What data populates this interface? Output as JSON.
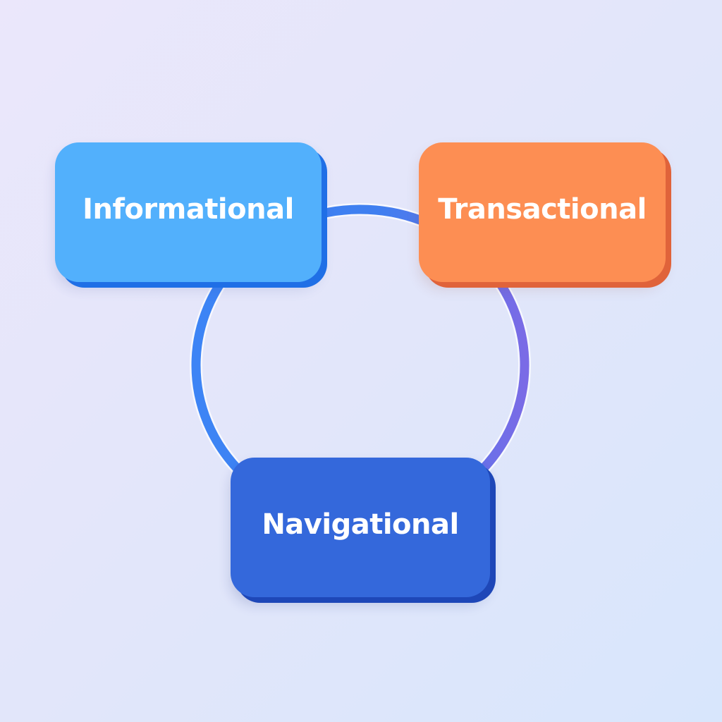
{
  "diagram": {
    "type": "cycle",
    "nodes": [
      {
        "id": "informational",
        "label": "Informational",
        "color": "#52b0fc",
        "shadow_color": "#1f6fe6",
        "position": "top-left"
      },
      {
        "id": "transactional",
        "label": "Transactional",
        "color": "#fd8e53",
        "shadow_color": "#e0633a",
        "position": "top-right"
      },
      {
        "id": "navigational",
        "label": "Navigational",
        "color": "#3468db",
        "shadow_color": "#1e47b8",
        "position": "bottom-center"
      }
    ],
    "connector": {
      "shape": "circle",
      "colors": {
        "left": "#3d84f5",
        "top": "#3a7ef2",
        "right": "#7a6be6"
      }
    },
    "background": {
      "from": "#ebe7fb",
      "to": "#d8e6fc"
    }
  }
}
